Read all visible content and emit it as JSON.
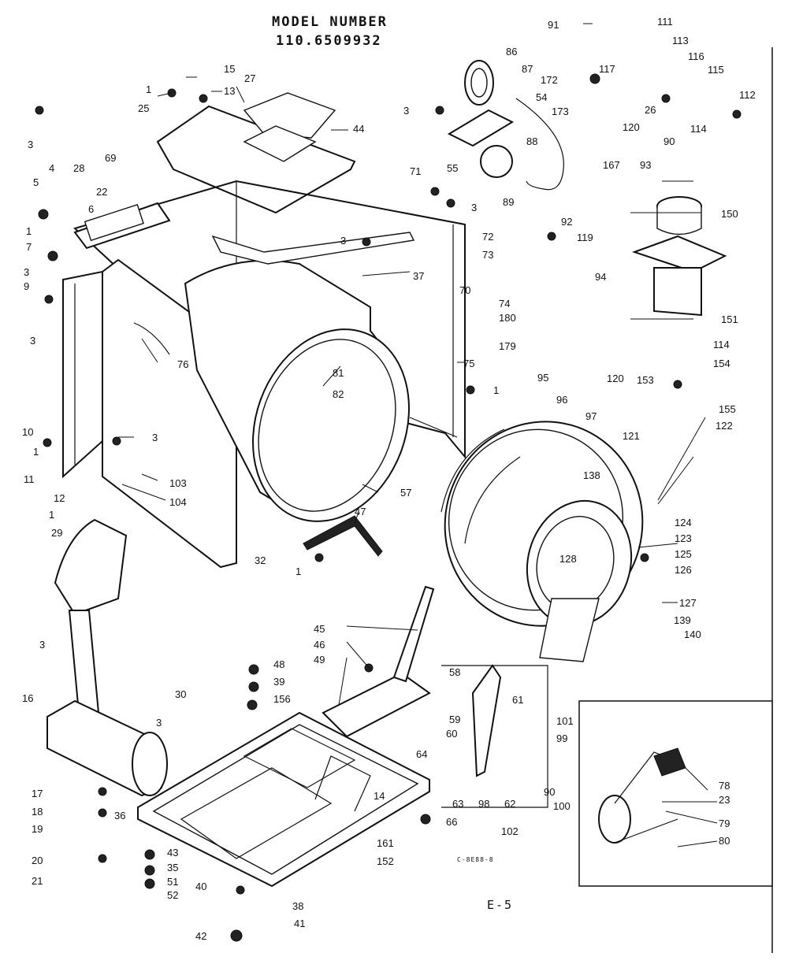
{
  "header": {
    "model_label": "MODEL NUMBER",
    "model_number": "110.6509932"
  },
  "footer": {
    "drawing_code": "C-8E88-8",
    "page_ref": "E-5"
  },
  "part_numbers": [
    "3",
    "4",
    "28",
    "69",
    "5",
    "22",
    "6",
    "1",
    "7",
    "9",
    "10",
    "11",
    "12",
    "29",
    "25",
    "15",
    "13",
    "27",
    "44",
    "71",
    "72",
    "73",
    "37",
    "76",
    "81",
    "82",
    "75",
    "57",
    "47",
    "32",
    "103",
    "104",
    "16",
    "17",
    "18",
    "19",
    "36",
    "20",
    "21",
    "30",
    "48",
    "39",
    "156",
    "14",
    "45",
    "46",
    "49",
    "64",
    "66",
    "161",
    "152",
    "38",
    "40",
    "41",
    "42",
    "43",
    "35",
    "51",
    "52",
    "86",
    "87",
    "54",
    "88",
    "89",
    "55",
    "91",
    "111",
    "113",
    "116",
    "115",
    "112",
    "117",
    "172",
    "173",
    "167",
    "26",
    "90",
    "114",
    "93",
    "120",
    "92",
    "119",
    "150",
    "151",
    "154",
    "153",
    "155",
    "121",
    "122",
    "70",
    "74",
    "94",
    "180",
    "179",
    "95",
    "96",
    "97",
    "138",
    "128",
    "124",
    "123",
    "125",
    "126",
    "127",
    "139",
    "140",
    "101",
    "99",
    "58",
    "59",
    "60",
    "61",
    "63",
    "98",
    "62",
    "102",
    "100",
    "78",
    "23",
    "79",
    "80"
  ]
}
